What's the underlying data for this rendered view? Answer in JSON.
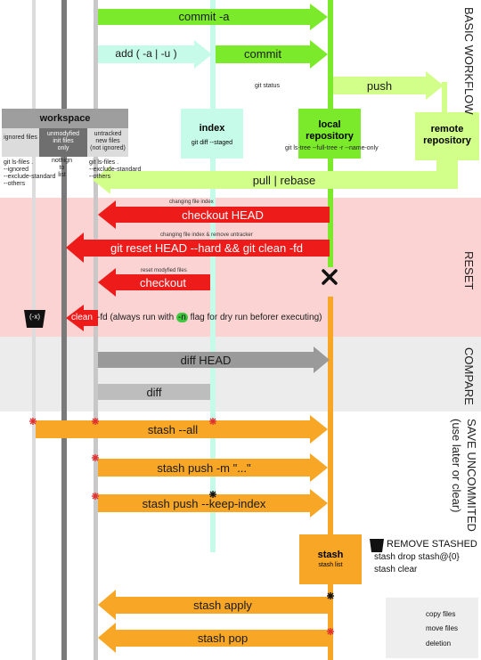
{
  "sections": {
    "basic_workflow": "BASIC WORKFLOW",
    "reset": "RESET",
    "compare": "COMPARE",
    "save_uncommited": "SAVE UNCOMMITED",
    "save_uncommited_sub": "(use later or clear)"
  },
  "columns": {
    "workspace": "workspace",
    "ignored_files": "ignored files",
    "unmodified": [
      "unmodyfied",
      "init files",
      "only"
    ],
    "untracked": [
      "untracked",
      "new files",
      "(not ignored)"
    ],
    "ignored_cmd": [
      "git ls-files .",
      "--ignored",
      "--exclude-standard",
      "--others"
    ],
    "nothing_to_list": [
      "nothign",
      "to",
      "list"
    ],
    "untracked_cmd": [
      "git ls-files .",
      "--exclude-standard",
      "--others"
    ]
  },
  "boxes": {
    "index_title": "index",
    "index_cmd": "git diff --staged",
    "local_title": [
      "local",
      "repository"
    ],
    "local_cmd": "git ls-tree --full-tree -r --name-only",
    "remote_title": [
      "remote",
      "repository"
    ],
    "stash_title": "stash",
    "stash_cmd": "stash list"
  },
  "arrows": {
    "commit_a": "commit -a",
    "add": "add ( -a | -u )",
    "commit": "commit",
    "git_status": "git status",
    "push": "push",
    "pull_rebase": "pull | rebase",
    "changing_file_index": "changing file index",
    "checkout_head": "checkout HEAD",
    "changing_remove": "changing file index & remove untracker",
    "reset_hard": "git reset HEAD --hard && git clean -fd",
    "reset_modified": "reset modyfied files",
    "checkout": "checkout",
    "clean": "clean",
    "clean_note_a": "-fd (always run with ",
    "clean_flag": "-n",
    "clean_note_b": " flag for dry run beforer executing)",
    "bucket_label": "(-x)",
    "diff_head": "diff HEAD",
    "diff": "diff",
    "stash_all": "stash --all",
    "stash_push_m": "stash push -m \"...\"",
    "stash_keep": "stash push --keep-index",
    "stash_apply": "stash apply",
    "stash_pop": "stash pop"
  },
  "remove_stashed": {
    "title": "REMOVE STASHED",
    "cmd1": "stash drop stash@{0}",
    "cmd2": "stash clear"
  },
  "legend": {
    "copy": "copy files",
    "move": "move files",
    "deletion": "deletion"
  },
  "colors": {
    "green": "#7bea2a",
    "light_green": "#d2ff8a",
    "cyan": "#c6fbe9",
    "red": "#ee1b1b",
    "orange": "#f7a626",
    "gray_arrow": "#9a9a9a",
    "reset_band": "#fbd3d3",
    "compare_band": "#ececec"
  }
}
